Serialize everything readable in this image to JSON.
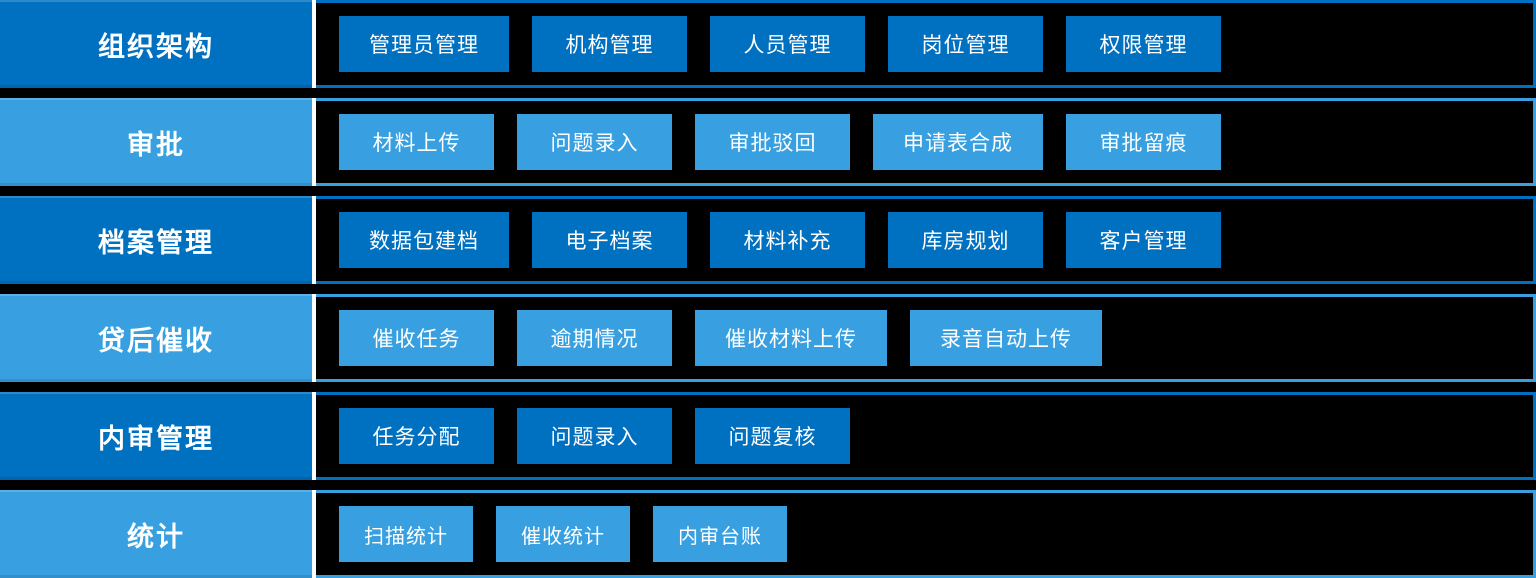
{
  "page": {
    "background": "#000000"
  },
  "colors": {
    "dark_blue": "#0070c0",
    "light_blue": "#38a0e0",
    "text": "#ffffff",
    "separator": "#ffffff"
  },
  "rows": [
    {
      "label": "组织架构",
      "tone": "dark",
      "items": [
        "管理员管理",
        "机构管理",
        "人员管理",
        "岗位管理",
        "权限管理"
      ]
    },
    {
      "label": "审批",
      "tone": "light",
      "items": [
        "材料上传",
        "问题录入",
        "审批驳回",
        "申请表合成",
        "审批留痕"
      ]
    },
    {
      "label": "档案管理",
      "tone": "dark",
      "items": [
        "数据包建档",
        "电子档案",
        "材料补充",
        "库房规划",
        "客户管理"
      ]
    },
    {
      "label": "贷后催收",
      "tone": "light",
      "items": [
        "催收任务",
        "逾期情况",
        "催收材料上传",
        "录音自动上传"
      ]
    },
    {
      "label": "内审管理",
      "tone": "dark",
      "items": [
        "任务分配",
        "问题录入",
        "问题复核"
      ]
    },
    {
      "label": "统计",
      "tone": "light",
      "items": [
        "扫描统计",
        "催收统计",
        "内审台账"
      ]
    }
  ]
}
